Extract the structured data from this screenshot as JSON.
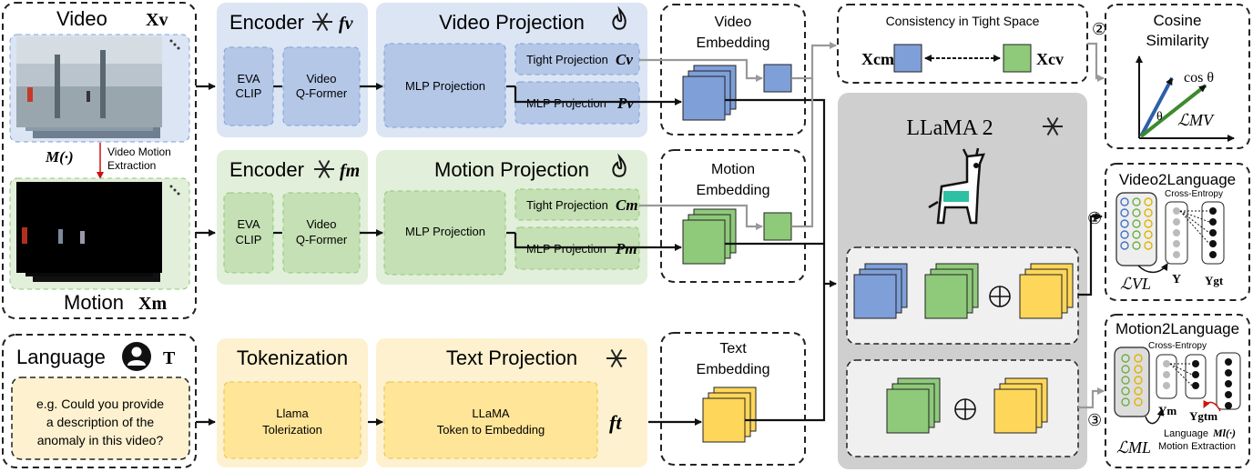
{
  "video": {
    "title": "Video",
    "symbol": "Xv",
    "motion_fn": "M(·)",
    "extraction_label_1": "Video Motion",
    "extraction_label_2": "Extraction"
  },
  "motion": {
    "title": "Motion",
    "symbol": "Xm"
  },
  "encoder_v": {
    "title": "Encoder",
    "symbol": "fv",
    "eva": [
      "EVA",
      "CLIP"
    ],
    "qformer": [
      "Video",
      "Q-Former"
    ]
  },
  "encoder_m": {
    "title": "Encoder",
    "symbol": "fm",
    "eva": [
      "EVA",
      "CLIP"
    ],
    "qformer": [
      "Video",
      "Q-Former"
    ]
  },
  "video_projection": {
    "title": "Video Projection",
    "mlp": "MLP Projection",
    "tight": "Tight Projection",
    "tight_symbol": "Cv",
    "mlp_p": "MLP Projection",
    "mlp_p_symbol": "Pv"
  },
  "motion_projection": {
    "title": "Motion Projection",
    "mlp": "MLP Projection",
    "tight": "Tight Projection",
    "tight_symbol": "Cm",
    "mlp_p": "MLP Projection",
    "mlp_p_symbol": "Pm"
  },
  "video_embedding": [
    "Video",
    "Embedding"
  ],
  "motion_embedding": [
    "Motion",
    "Embedding"
  ],
  "text_embedding": [
    "Text",
    "Embedding"
  ],
  "language": {
    "title": "Language",
    "symbol": "T",
    "example": [
      "e.g. Could you provide",
      "a description of the",
      "anomaly in this video?"
    ]
  },
  "tokenization": {
    "title": "Tokenization",
    "body": [
      "Llama",
      "Tolerization"
    ]
  },
  "text_projection": {
    "title": "Text Projection",
    "body": [
      "LLaMA",
      "Token to Embedding"
    ],
    "symbol": "ft"
  },
  "consistency": {
    "title": "Consistency in Tight Space",
    "left": "Xcm",
    "right": "Xcv"
  },
  "llama": {
    "title": "LLaMA 2"
  },
  "cosine": {
    "title": [
      "Cosine",
      "Similarity"
    ],
    "cos": "cos θ",
    "theta": "θ",
    "loss": "ℒMV",
    "num": "②"
  },
  "v2l": {
    "title": "Video2Language",
    "ce": "Cross-Entropy",
    "loss": "ℒVL",
    "y": "Y",
    "ygt": "Ygt",
    "num": "①"
  },
  "m2l": {
    "title": "Motion2Language",
    "ce": "Cross-Entropy",
    "loss": "ℒML",
    "ym": "Ym",
    "ygtm": "Ygtm",
    "lang": "Language",
    "ml": "Ml(·)",
    "motion_ext": "Motion Extraction",
    "num": "③"
  },
  "colors": {
    "blue_bg": "#dbe5f4",
    "blue_inner": "#b4c7e7",
    "blue_cube": "#7f9fd8",
    "green_bg": "#e2efda",
    "green_inner": "#c5e0b4",
    "green_cube": "#8fc97a",
    "yellow_bg": "#fdf1cf",
    "yellow_inner": "#ffe597",
    "yellow_cube": "#fed65a",
    "gray_bg": "#cfcfcf"
  }
}
